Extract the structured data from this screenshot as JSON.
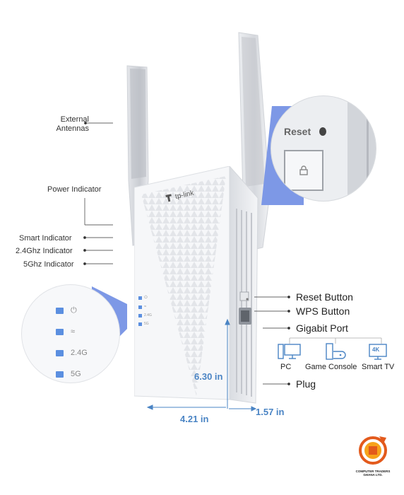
{
  "labels": {
    "external_antennas_line1": "External",
    "external_antennas_line2": "Antennas",
    "power_indicator": "Power Indicator",
    "smart_indicator": "Smart Indicator",
    "indicator_24": "2.4Ghz Indicator",
    "indicator_5": "5Ghz Indicator",
    "reset_button": "Reset Button",
    "wps_button": "WPS Button",
    "gigabit_port": "Gigabit Port",
    "plug": "Plug"
  },
  "devices": [
    {
      "label": "PC",
      "icon": "pc-icon"
    },
    {
      "label": "Game Console",
      "icon": "game-console-icon"
    },
    {
      "label": "Smart TV",
      "icon": "smart-tv-icon"
    }
  ],
  "tv_badge": "4K",
  "dimensions": {
    "height": "6.30 in",
    "width": "4.21 in",
    "depth": "1.57 in"
  },
  "brand": "tp-link",
  "reset_text": "Reset",
  "zoom_leds": {
    "led_24": "2.4G",
    "led_5": "5G"
  },
  "device_leds": {
    "led_24": "2.4G",
    "led_5": "5G"
  },
  "logo": {
    "line1": "COMPUTER TRADERS",
    "line2": "GHANA LTD."
  },
  "colors": {
    "accent": "#4a84c4",
    "led": "#5b8fe0",
    "device": "#f2f3f5"
  }
}
